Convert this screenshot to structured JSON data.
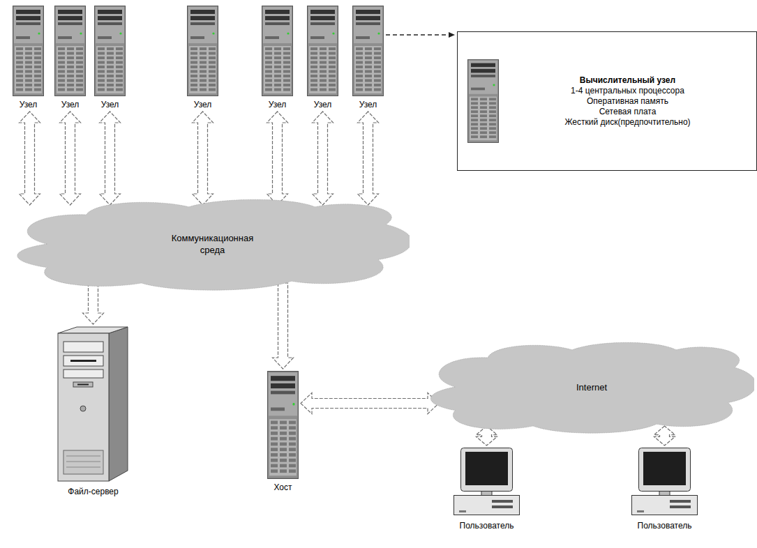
{
  "diagram": {
    "nodes": [
      {
        "text": [
          "Узел"
        ]
      },
      {
        "text": [
          "Узел"
        ]
      },
      {
        "text": [
          "Узел"
        ]
      },
      {
        "text": [
          "Узел"
        ]
      },
      {
        "text": [
          "Узел"
        ]
      },
      {
        "text": [
          "Узел"
        ]
      },
      {
        "text": [
          "Узел"
        ]
      },
      {
        "text": [
          "Вычислительный узел",
          "1-4 центральных процессора",
          "Оперативная память",
          "Сетевая плата",
          "Жесткий диск(предпочтительно)"
        ]
      },
      {
        "text": [
          "Коммуникационная среда"
        ]
      },
      {
        "text": [
          "Файл-сервер"
        ]
      },
      {
        "text": [
          "Хост"
        ]
      },
      {
        "text": [
          "Internet"
        ]
      },
      {
        "text": [
          "Пользователь"
        ]
      },
      {
        "text": [
          "Пользователь"
        ]
      }
    ],
    "edges": [
      {
        "from": 0,
        "to": 8,
        "arrow": "both"
      },
      {
        "from": 1,
        "to": 8,
        "arrow": "both"
      },
      {
        "from": 2,
        "to": 8,
        "arrow": "both"
      },
      {
        "from": 3,
        "to": 8,
        "arrow": "both"
      },
      {
        "from": 4,
        "to": 8,
        "arrow": "both"
      },
      {
        "from": 5,
        "to": 8,
        "arrow": "both"
      },
      {
        "from": 6,
        "to": 8,
        "arrow": "both"
      },
      {
        "from": 6,
        "to": 7,
        "arrow": "to"
      },
      {
        "from": 8,
        "to": 9,
        "arrow": "to"
      },
      {
        "from": 8,
        "to": 10,
        "arrow": "to"
      },
      {
        "from": 10,
        "to": 11,
        "arrow": "both"
      },
      {
        "from": 11,
        "to": 12,
        "arrow": "both"
      },
      {
        "from": 11,
        "to": 13,
        "arrow": "both"
      }
    ]
  }
}
